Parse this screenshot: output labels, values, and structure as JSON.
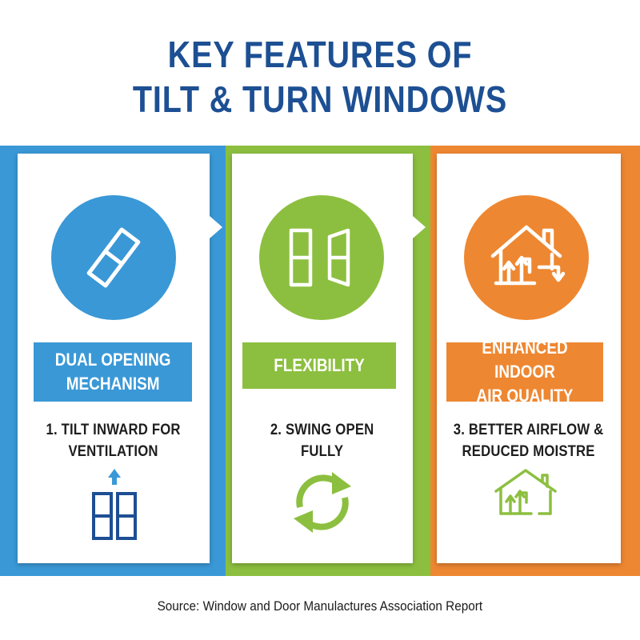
{
  "title": {
    "line1": "KEY FEATURES OF",
    "line2": "TILT & TURN WINDOWS"
  },
  "colors": {
    "title": "#1d4f93",
    "blue": "#3a98d6",
    "green": "#8cbf3f",
    "orange": "#ee8731",
    "navy": "#1d4f93"
  },
  "features": [
    {
      "icon": "tilted-window-icon",
      "label": "DUAL OPENING\nMECHANISM",
      "description": "1. TILT INWARD FOR\nVENTILATION",
      "small_icon": "window-with-up-arrow-icon"
    },
    {
      "icon": "double-window-icon",
      "label": "FLEXIBILITY",
      "description": "2. SWING OPEN\nFULLY",
      "small_icon": "circular-arrows-icon"
    },
    {
      "icon": "house-airflow-icon",
      "label": "ENHANCED INDOOR\nAIR QUALITY",
      "description": "3. BETTER AIRFLOW &\nREDUCED MOISTRE",
      "small_icon": "house-airflow-outline-icon"
    }
  ],
  "source": "Source: Window and Door Manulactures Association Report"
}
